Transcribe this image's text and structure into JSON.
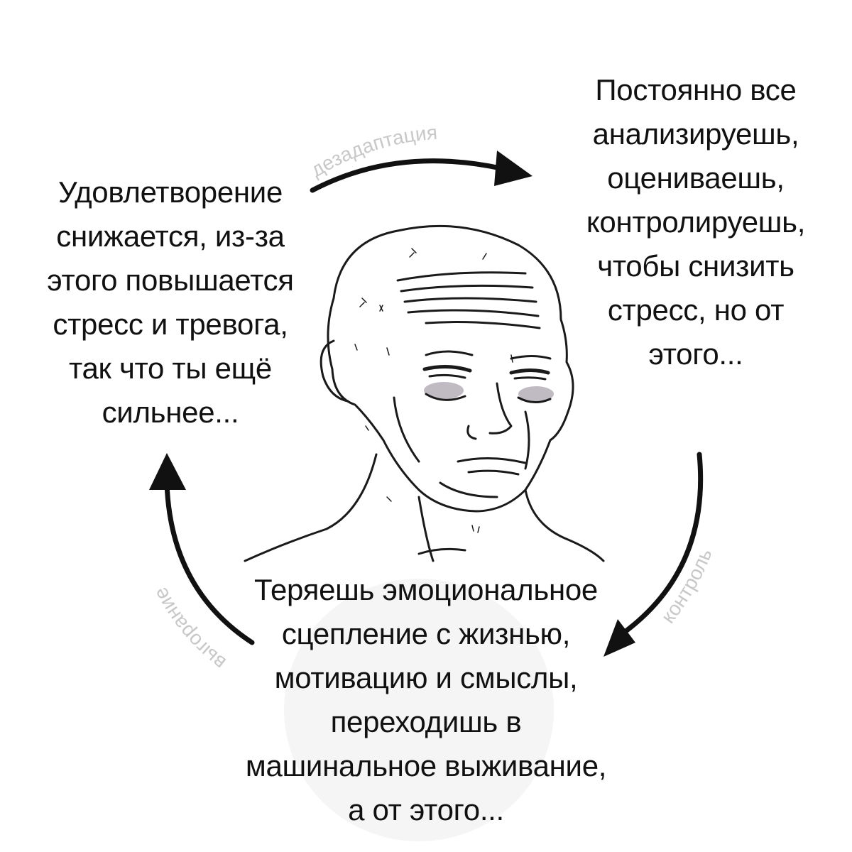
{
  "diagram": {
    "left_text": [
      "Удовлетворение",
      "снижается, из-за",
      "этого повышается",
      "стресс и тревога,",
      "так что ты ещё",
      "сильнее..."
    ],
    "right_text": [
      "Постоянно все",
      "анализируешь,",
      "оцениваешь,",
      "контролируешь,",
      "чтобы снизить",
      "стресс, но от",
      "этого..."
    ],
    "bottom_text": [
      "Теряешь эмоциональное",
      "сцепление с жизнью,",
      "мотивацию и смыслы,",
      "переходишь в",
      "машинальное выживание,",
      "а от этого..."
    ],
    "arrow_labels": {
      "top": "дезадаптация",
      "right": "контроль",
      "left": "выгорание"
    },
    "colors": {
      "text": "#111111",
      "arrow": "#111111",
      "arrow_label": "#c8c8c8",
      "face_stroke": "#1a1a1a",
      "eye_shadow": "#4a3a52"
    },
    "icons": [
      "wojak-face-illustration",
      "watermark-logo"
    ]
  }
}
